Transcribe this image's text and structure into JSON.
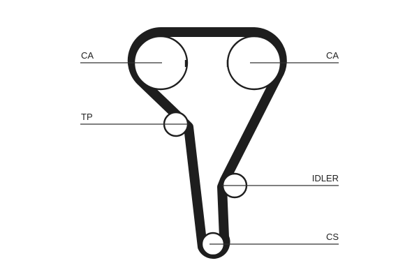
{
  "diagram": {
    "labels": {
      "ca_left": "CA",
      "ca_right": "CA",
      "tp": "TP",
      "idler": "IDLER",
      "cs": "CS"
    },
    "colors": {
      "belt": "#1e1e1e",
      "pulley_stroke": "#1e1e1e",
      "leader": "#333333",
      "background": "#ffffff"
    }
  }
}
